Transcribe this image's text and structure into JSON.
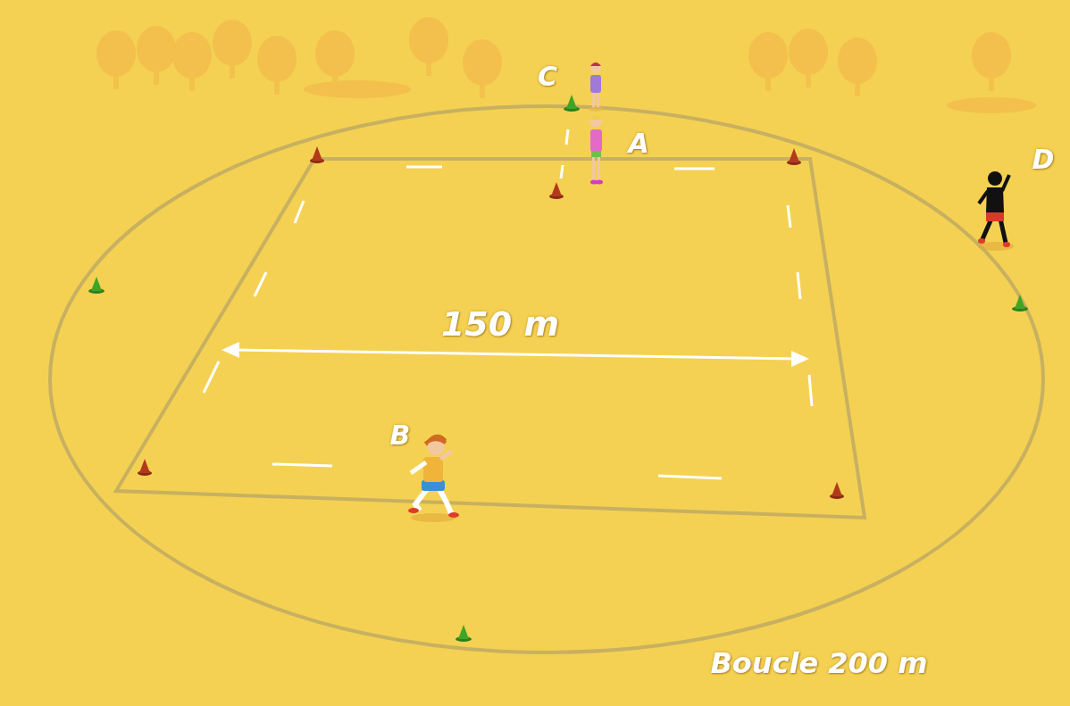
{
  "diagram": {
    "labels": [
      "C",
      "A",
      "D",
      "B",
      "150 m",
      "Boucle 200 m"
    ]
  }
}
